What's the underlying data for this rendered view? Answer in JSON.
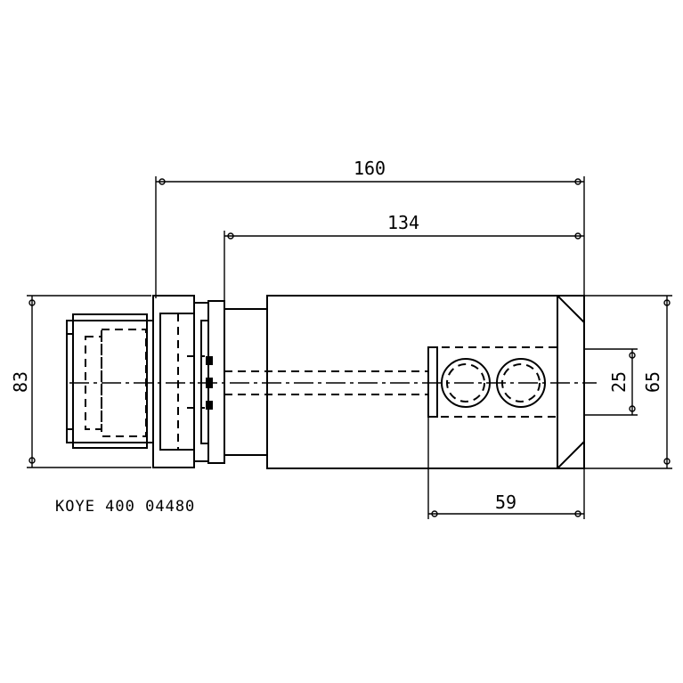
{
  "dimensions": {
    "overall_length": "160",
    "body_length": "134",
    "port_offset": "59",
    "port_spacing": "25",
    "body_height": "65",
    "flange_height": "83"
  },
  "note": "KOYE 400 04480"
}
